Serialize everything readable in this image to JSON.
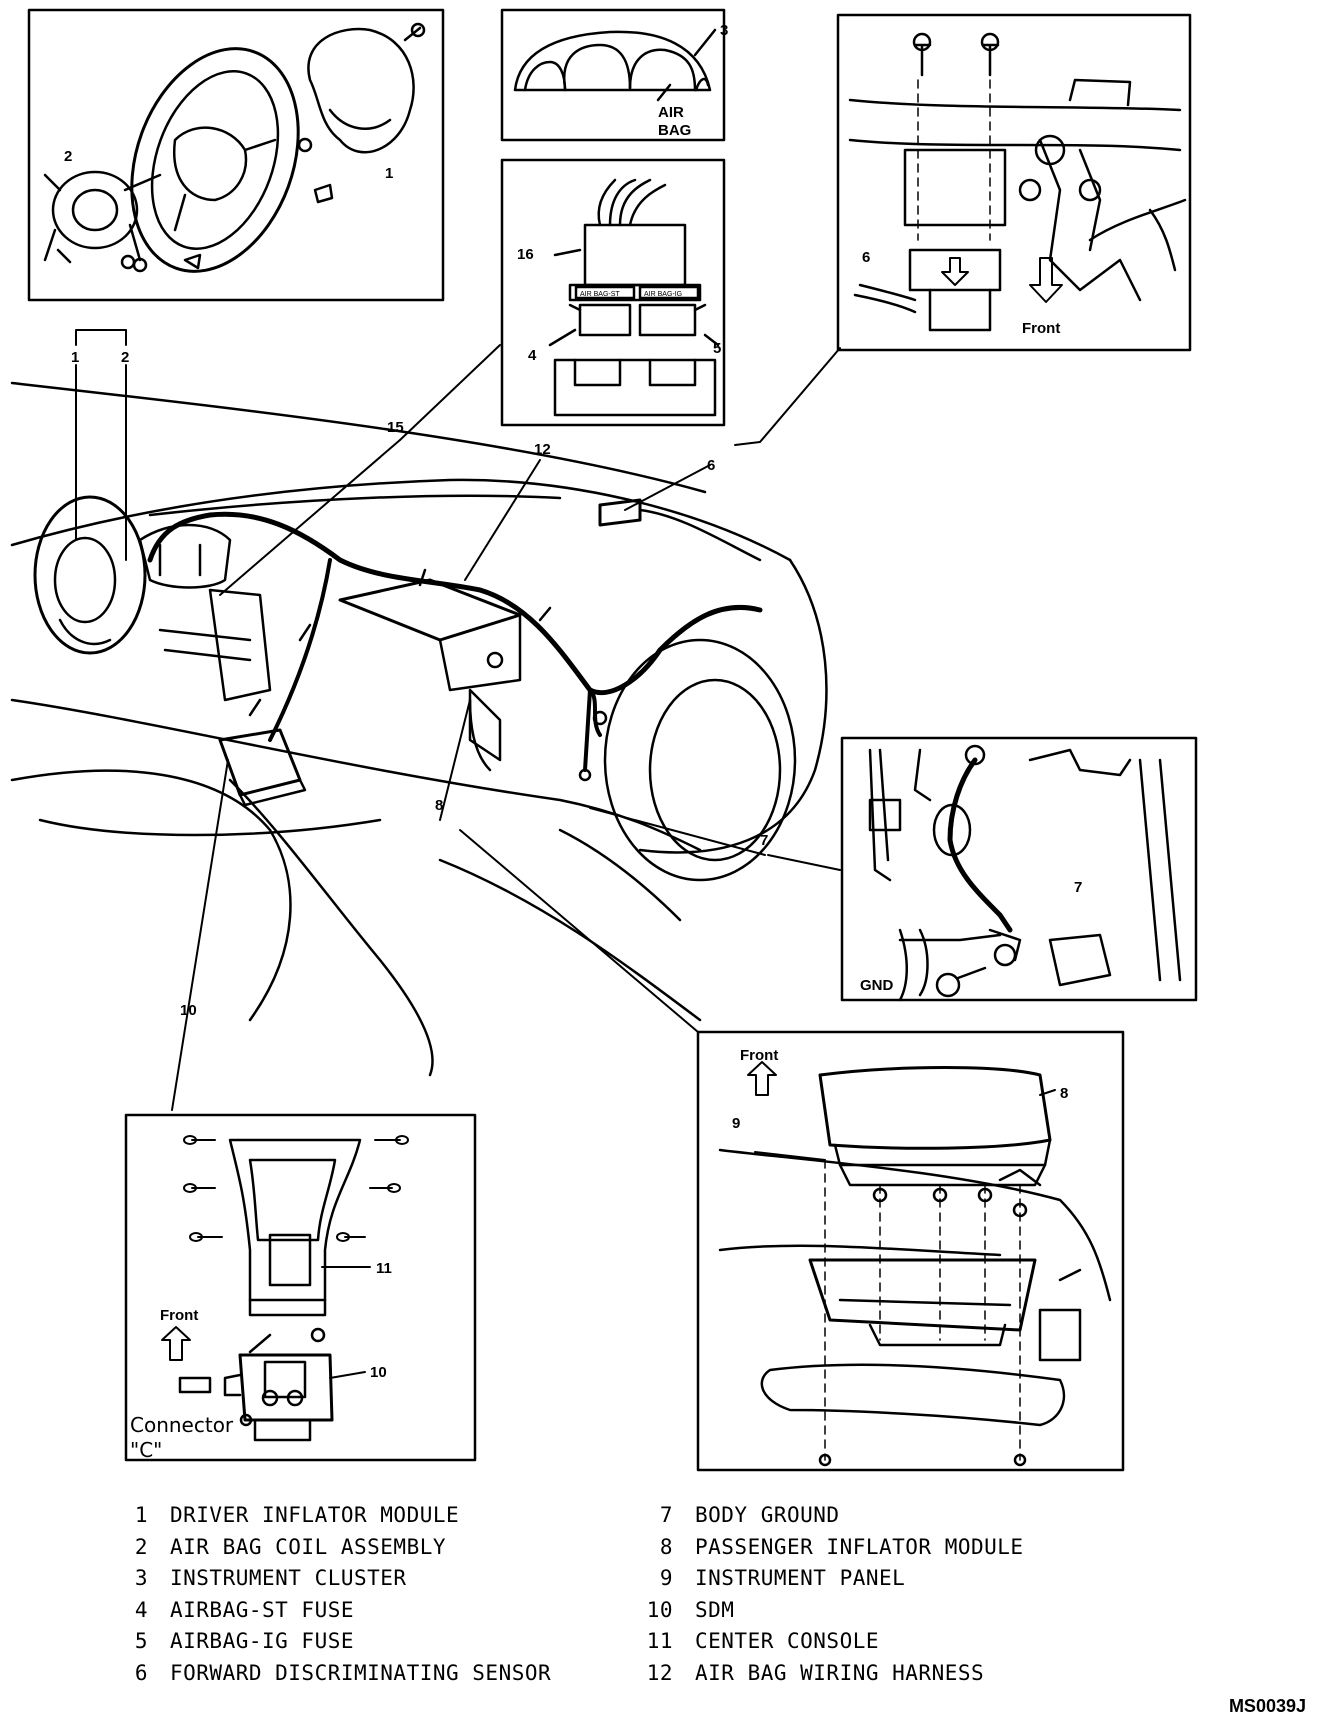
{
  "callouts": {
    "c1": "1",
    "c2": "2",
    "c3": "3",
    "c4": "4",
    "c5": "5",
    "c6": "6",
    "c7": "7",
    "c8": "8",
    "c9": "9",
    "c10": "10",
    "c11": "11",
    "c12": "12",
    "c15": "15",
    "c16": "16"
  },
  "insets": {
    "air_bag_line1": "AIR",
    "air_bag_line2": "BAG",
    "front": "Front",
    "gnd": "GND",
    "connector_line1": "Connector",
    "connector_line2": "\"C\"",
    "fuse_st": "AIR BAG-ST",
    "fuse_ig": "AIR BAG-IG"
  },
  "legend": {
    "left": [
      {
        "num": "1",
        "label": "DRIVER INFLATOR MODULE"
      },
      {
        "num": "2",
        "label": "AIR BAG COIL ASSEMBLY"
      },
      {
        "num": "3",
        "label": "INSTRUMENT CLUSTER"
      },
      {
        "num": "4",
        "label": "AIRBAG-ST FUSE"
      },
      {
        "num": "5",
        "label": "AIRBAG-IG FUSE"
      },
      {
        "num": "6",
        "label": "FORWARD DISCRIMINATING SENSOR"
      }
    ],
    "right": [
      {
        "num": "7",
        "label": "BODY GROUND"
      },
      {
        "num": "8",
        "label": "PASSENGER INFLATOR MODULE"
      },
      {
        "num": "9",
        "label": "INSTRUMENT PANEL"
      },
      {
        "num": "10",
        "label": "SDM"
      },
      {
        "num": "11",
        "label": "CENTER CONSOLE"
      },
      {
        "num": "12",
        "label": "AIR BAG WIRING HARNESS"
      }
    ]
  },
  "figure_code": "MS0039J"
}
